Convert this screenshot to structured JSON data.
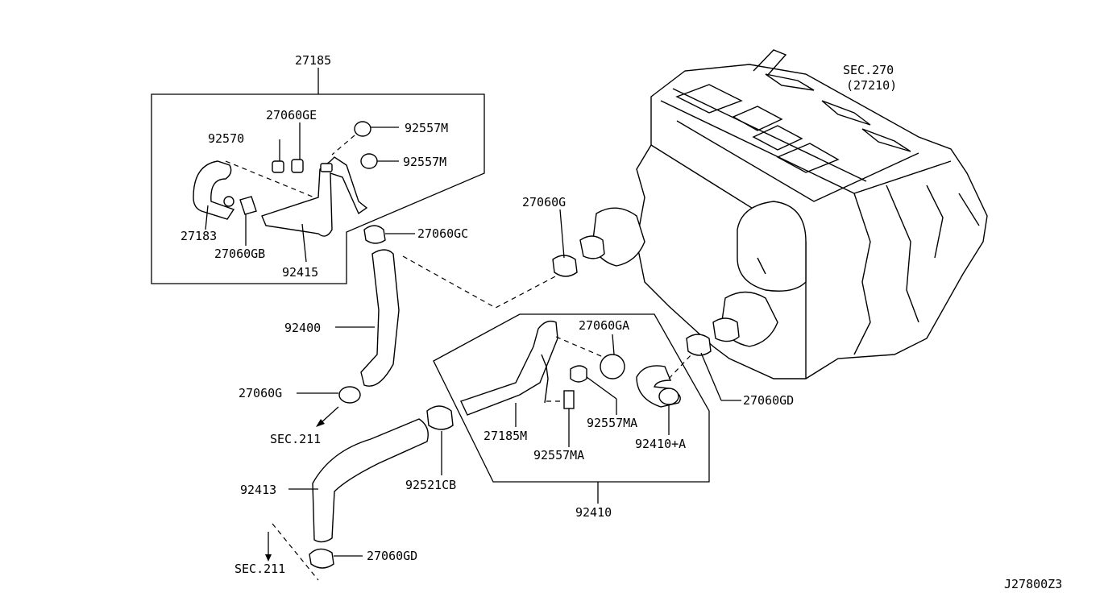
{
  "diagram_code": "J27800Z3",
  "sections": {
    "heater_unit_ref": "SEC.270",
    "heater_unit_part": "(27210)",
    "sec211_upper": "SEC.211",
    "sec211_lower": "SEC.211"
  },
  "labels": {
    "l27185": "27185",
    "l27060GE": "27060GE",
    "l92570": "92570",
    "l92557M_a": "92557M",
    "l92557M_b": "92557M",
    "l27183": "27183",
    "l27060GB": "27060GB",
    "l92415": "92415",
    "l27060GC": "27060GC",
    "l27060G_top": "27060G",
    "l92400": "92400",
    "l27060G_bot": "27060G",
    "l27060GA": "27060GA",
    "l27060GD_right": "27060GD",
    "l27185M": "27185M",
    "l92557MA_a": "92557MA",
    "l92557MA_b": "92557MA",
    "l92410A": "92410+A",
    "l92521CB": "92521CB",
    "l92413": "92413",
    "l92410": "92410",
    "l27060GD_bot": "27060GD"
  }
}
